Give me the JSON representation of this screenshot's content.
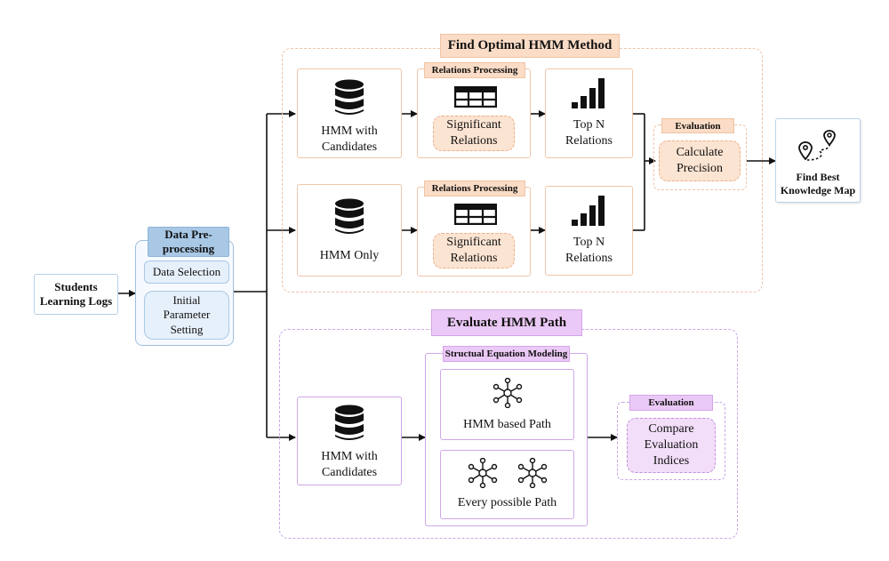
{
  "students_logs": "Students\nLearning Logs",
  "preprocessing": {
    "title": "Data Pre-\nprocessing",
    "data_selection": "Data Selection",
    "initial_parameter": "Initial\nParameter\nSetting"
  },
  "optimal": {
    "title": "Find Optimal HMM Method",
    "row1": {
      "hmm_label": "HMM with\nCandidates",
      "relations_title": "Relations Processing",
      "significant": "Significant\nRelations",
      "top_n": "Top N\nRelations"
    },
    "row2": {
      "hmm_label": "HMM Only",
      "relations_title": "Relations Processing",
      "significant": "Significant\nRelations",
      "top_n": "Top N\nRelations"
    },
    "evaluation_title": "Evaluation",
    "calculate_precision": "Calculate\nPrecision",
    "find_best": "Find Best\nKnowledge Map"
  },
  "path": {
    "title": "Evaluate HMM Path",
    "hmm_label": "HMM with\nCandidates",
    "sem_title": "Structual Equation Modeling",
    "hmm_based": "HMM based Path",
    "every_possible": "Every possible Path",
    "evaluation_title": "Evaluation",
    "compare": "Compare\nEvaluation\nIndices"
  },
  "colors": {
    "orange_fill": "#fce4d2",
    "orange_border": "#efc7aa",
    "purple_fill": "#f2def9",
    "purple_border": "#cfa8e8",
    "blue_fill": "#e6f0fa",
    "blue_tag": "#a8c8e6"
  }
}
